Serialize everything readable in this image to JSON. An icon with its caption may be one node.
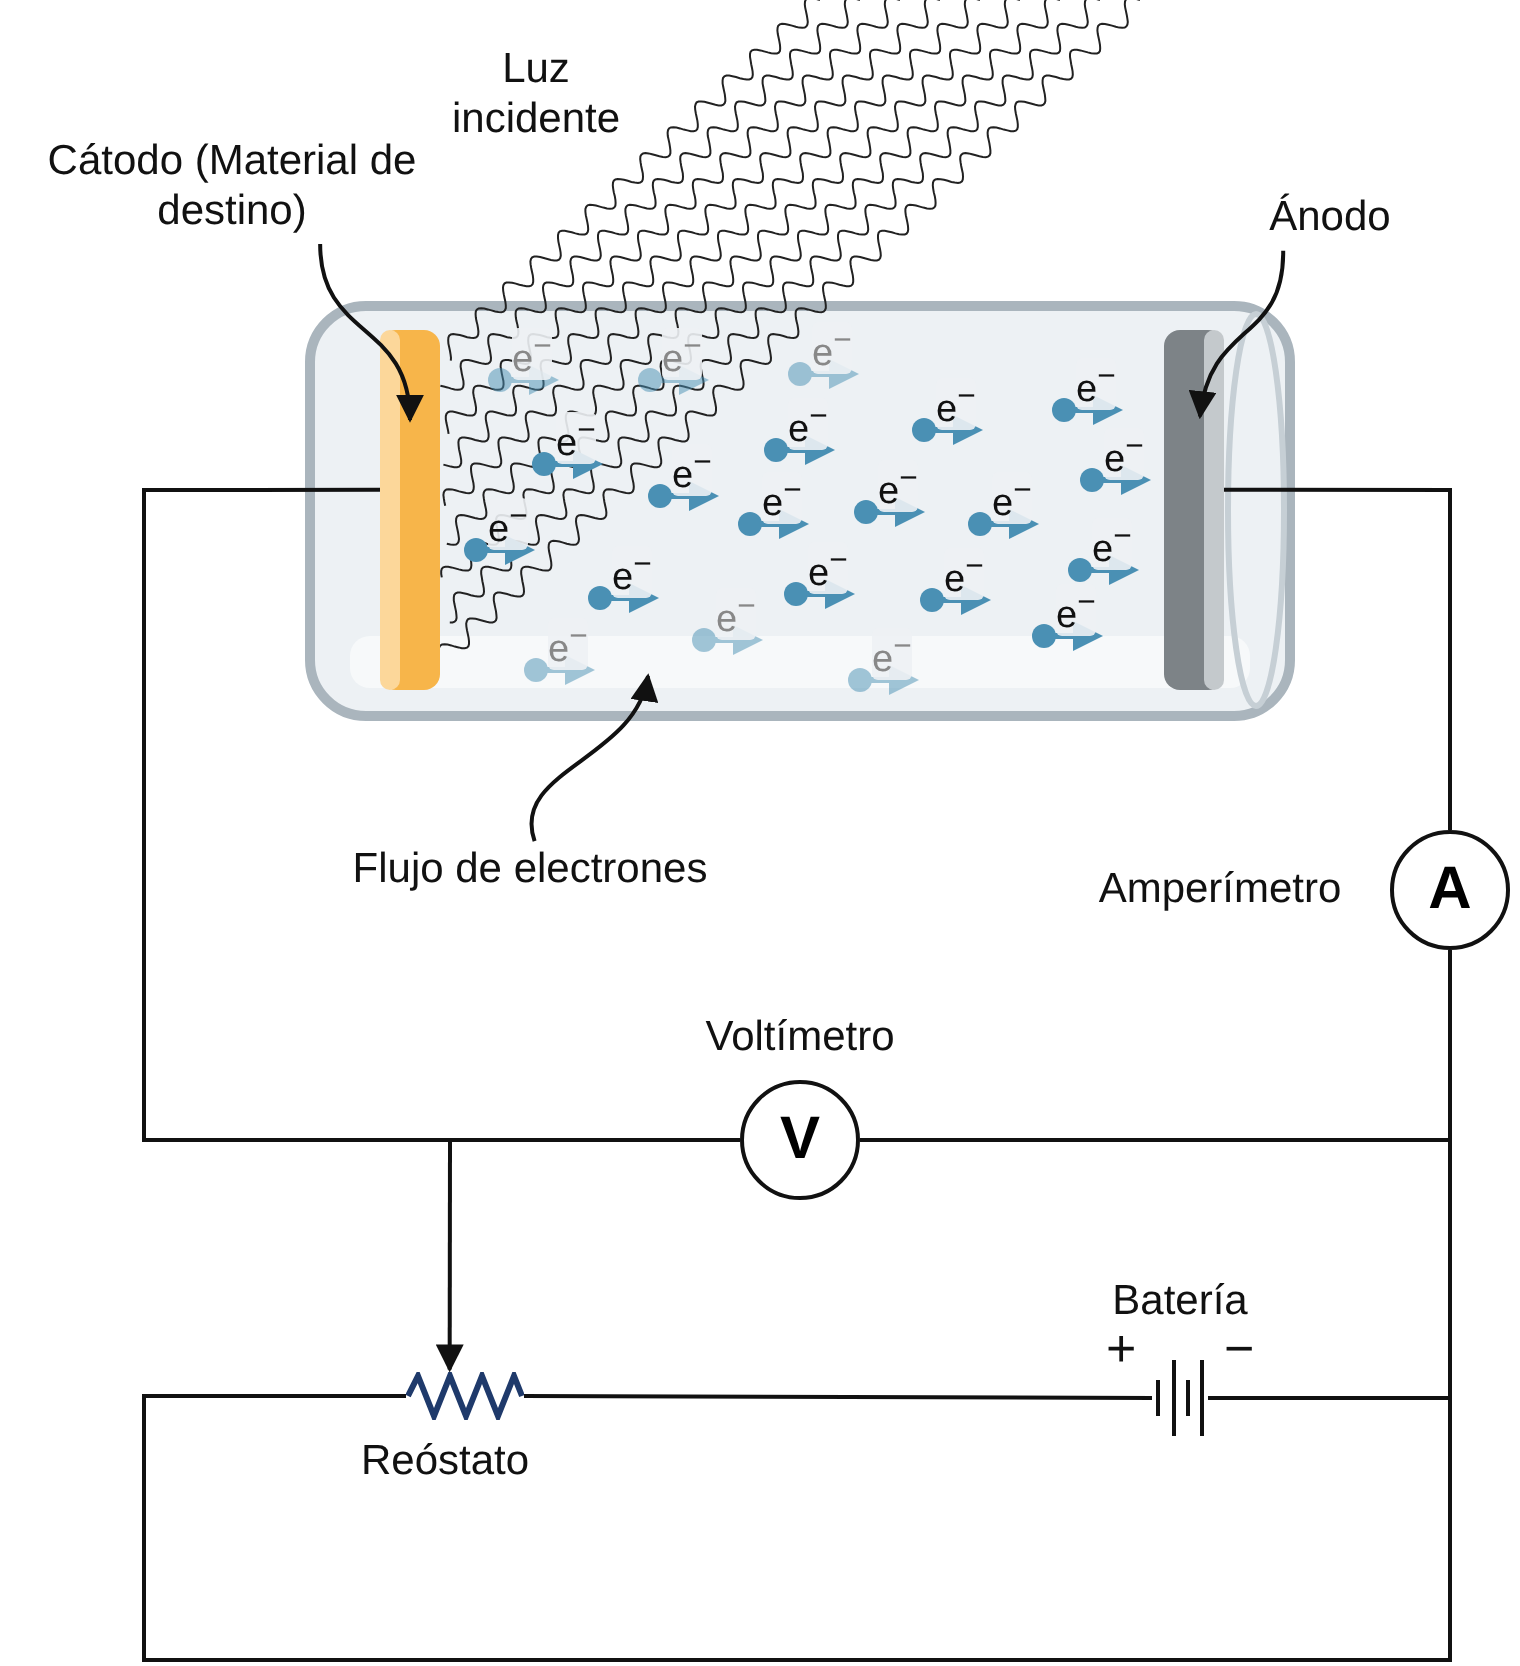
{
  "diagram": {
    "nodes": [
      {
        "text": [
          "Cátodo (Material de destino)"
        ]
      },
      {
        "text": [],
        "shape": "bar"
      },
      {
        "text": [
          "Ánodo"
        ]
      },
      {
        "text": [],
        "shape": "bar"
      },
      {
        "text": [
          "Flujo de electrones"
        ]
      },
      {
        "text": [
          "A"
        ],
        "beside": [
          "Amperímetro"
        ]
      },
      {
        "text": [
          "V"
        ],
        "beside": [
          "Voltímetro"
        ]
      },
      {
        "text": [],
        "shape": "zigzag",
        "beside": [
          "Reóstato"
        ]
      },
      {
        "text": [],
        "shape": "battery",
        "beside": [
          "Batería"
        ]
      }
    ],
    "edges": [
      {
        "from": 0,
        "to": 1,
        "arrow": "to"
      },
      {
        "from": 2,
        "to": 3,
        "arrow": "to"
      },
      {
        "from": 4,
        "to": null,
        "arrow": "to"
      },
      {
        "from": null,
        "to": 7,
        "arrow": "to"
      },
      {
        "from": 1,
        "to": 6,
        "arrow": "none"
      },
      {
        "from": 3,
        "to": 5,
        "arrow": "none"
      },
      {
        "from": 5,
        "to": 6,
        "arrow": "none"
      },
      {
        "from": 5,
        "to": 8,
        "arrow": "none"
      },
      {
        "from": 7,
        "to": 8,
        "arrow": "none"
      },
      {
        "from": 7,
        "to": 5,
        "arrow": "none"
      }
    ],
    "labels": [
      "Luz incidente",
      "e$^{−}$",
      "e$^{−}$",
      "e$^{−}$",
      "e$^{−}$",
      "e$^{−}$",
      "e$^{−}$",
      "e$^{−}$",
      "e$^{−}$",
      "e$^{−}$",
      "e$^{−}$",
      "e$^{−}$",
      "e$^{−}$",
      "e$^{−}$",
      "e$^{−}$",
      "e$^{−}$",
      "e$^{−}$",
      "e$^{−}$",
      "e$^{−}$",
      "e$^{−}$",
      "e$^{−}$",
      "e$^{−}$",
      "+",
      "−"
    ]
  }
}
